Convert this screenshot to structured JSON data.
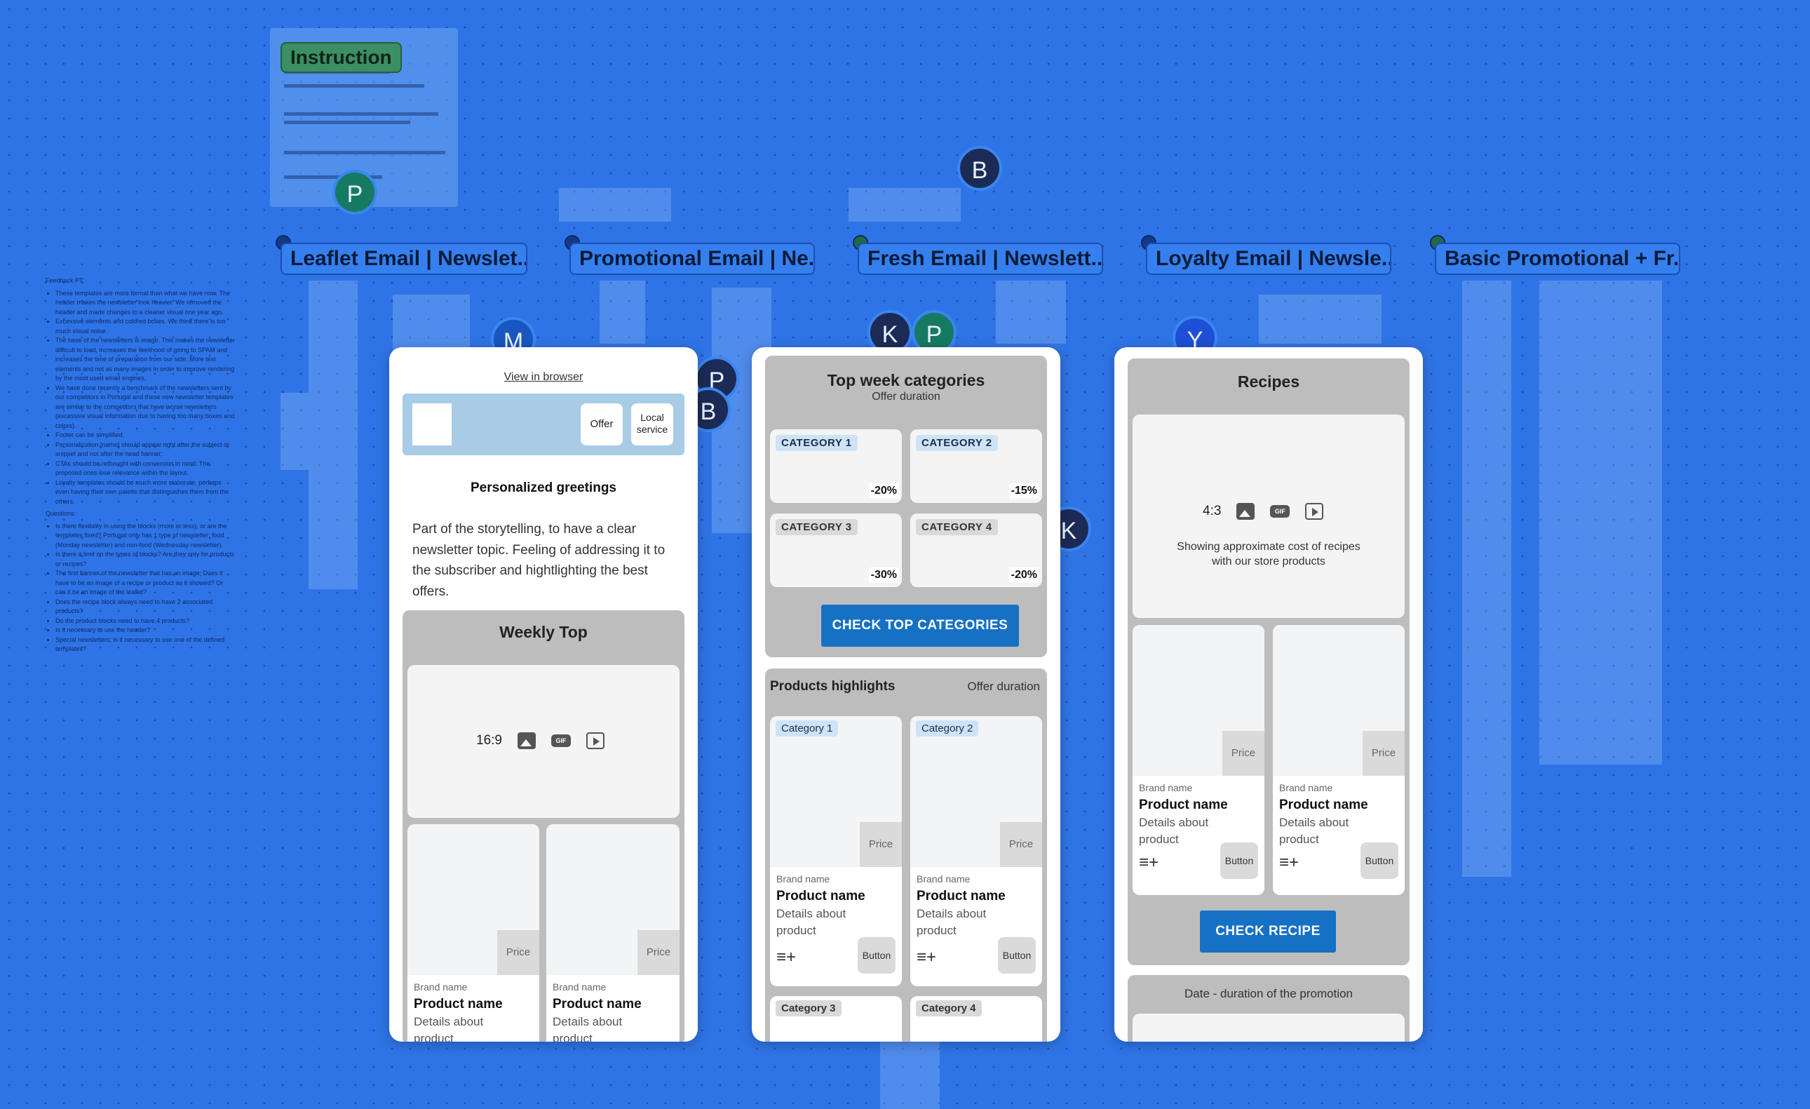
{
  "instruction": {
    "label": "Instruction"
  },
  "frames": [
    {
      "title": "Leaflet Email | Newslet..."
    },
    {
      "title": "Promotional Email | Ne..."
    },
    {
      "title": "Fresh Email | Newslett..."
    },
    {
      "title": "Loyalty Email | Newsle..."
    },
    {
      "title": "Basic Promotional + Fr..."
    }
  ],
  "avatars": {
    "p1": "P",
    "b1": "B",
    "m": "M",
    "p2": "P",
    "b2": "B",
    "k1": "K",
    "p3": "P",
    "k2": "K",
    "y": "Y"
  },
  "feedback": {
    "title": "Feedback PT:",
    "items": [
      "These templates are more formal than what we have now. The header makes the newsletter look heavier. We removed the header and made changes to a cleaner visual one year ago.",
      "Excessive elements and colored boxes. We think there is too much visual noise.",
      "The base of the newsletters is image. This makes the newsletter difficult to load, increases the likelihood of going to SPAM and increases the time of preparation from our side. More text elements and not as many images in order to improve rendering by the most used email engines.",
      "We have done recently a benchmark of the newsletters sent by our competitors in Portugal and these new newsletter templates are similar to the competitors that have worse newsletters (excessive visual information due to having too many boxes and colors).",
      "Footer can be simplified.",
      "Personalization [name] should appear right after the subject or snippet and not after the head banner;",
      "CTAs should be rethought with conversion in mind. The proposed ones lose relevance within the layout.",
      "Loyalty templates should be much more elaborate, perhaps even having their own palette that distinguishes them from the others."
    ],
    "questions_title": "Questions:",
    "questions": [
      "Is there flexibility in using the blocks (more or less), or are the templates fixed? Portugal only has 1 type of newsletter: food (Monday newsletter) and non-food (Wednesday newsletter).",
      "Is there a limit on the types of blocks? Are they only for products or recipes?",
      "The first banner of the newsletter that has an image; Does it have to be an image of a recipe or product as it showed? Or can it be an image of the leaflet?",
      "Does the recipe block always need to have 2 associated products?",
      "Do the product blocks need to have 4 products?",
      "Is it necessary to use the header?",
      "Special newsletters; is it necessary to use one of the defined templates?"
    ]
  },
  "panel1": {
    "view_in_browser": "View in browser",
    "offer": "Offer",
    "local_service": "Local service",
    "greeting": "Personalized greetings",
    "story": "Part of the storytelling, to have a clear newsletter topic. Feeling of addressing it to the subscriber and hightlighting the best offers.",
    "weekly_top": "Weekly Top",
    "ratio": "16:9",
    "gif": "GIF",
    "products": [
      {
        "price": "Price",
        "brand": "Brand name",
        "name": "Product name",
        "details": "Details about product"
      },
      {
        "price": "Price",
        "brand": "Brand name",
        "name": "Product name",
        "details": "Details about product"
      }
    ]
  },
  "panel2": {
    "title": "Top week categories",
    "subtitle": "Offer duration",
    "categories": [
      {
        "label": "CATEGORY 1",
        "discount": "-20%"
      },
      {
        "label": "CATEGORY 2",
        "discount": "-15%"
      },
      {
        "label": "CATEGORY 3",
        "discount": "-30%"
      },
      {
        "label": "CATEGORY 4",
        "discount": "-20%"
      }
    ],
    "cta": "CHECK TOP CATEGORIES",
    "highlights_title": "Products highlights",
    "highlights_duration": "Offer duration",
    "products": [
      {
        "category": "Category 1",
        "price": "Price",
        "brand": "Brand name",
        "name": "Product name",
        "details": "Details about product",
        "button": "Button"
      },
      {
        "category": "Category 2",
        "price": "Price",
        "brand": "Brand name",
        "name": "Product name",
        "details": "Details about product",
        "button": "Button"
      }
    ],
    "more_categories": [
      "Category 3",
      "Category 4"
    ]
  },
  "panel3": {
    "title": "Recipes",
    "ratio": "4:3",
    "gif": "GIF",
    "note": "Showing approximate cost of recipes with our store products",
    "products": [
      {
        "price": "Price",
        "brand": "Brand name",
        "name": "Product name",
        "details": "Details about product",
        "button": "Button"
      },
      {
        "price": "Price",
        "brand": "Brand name",
        "name": "Product name",
        "details": "Details about product",
        "button": "Button"
      }
    ],
    "cta": "CHECK RECIPE",
    "promo_dates": "Date - duration of the promotion"
  }
}
